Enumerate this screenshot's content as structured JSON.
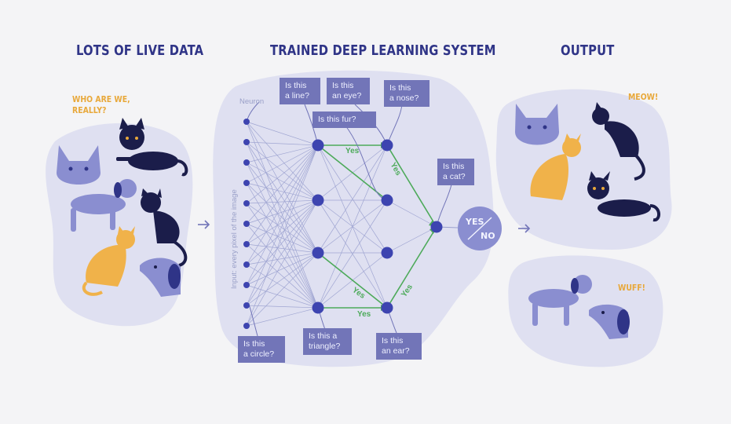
{
  "headings": {
    "live_data": "LOTS OF LIVE DATA",
    "system": "TRAINED DEEP LEARNING SYSTEM",
    "output": "OUTPUT"
  },
  "callouts": {
    "who_are_we": "WHO ARE WE,\nREALLY?",
    "meow": "MEOW!",
    "wuff": "WUFF!"
  },
  "network": {
    "neuron_label": "Neuron",
    "input_label": "Input: every pixel of the image",
    "yes_label": "Yes",
    "output_yes": "YES",
    "output_no": "NO"
  },
  "questions": {
    "line": "Is this\na line?",
    "eye": "Is this\nan eye?",
    "nose": "Is this\na nose?",
    "fur": "Is this fur?",
    "cat": "Is this\na cat?",
    "circle": "Is this\na circle?",
    "triangle": "Is this a\ntriangle?",
    "ear": "Is this\nan ear?"
  },
  "colors": {
    "navy": "#2f3487",
    "node": "#3d44b0",
    "blob": "#dfe0f1",
    "box": "#7275b8",
    "green": "#4daa5a",
    "orange": "#e8a83a",
    "black_cat": "#1b1d4a",
    "lilac": "#8a8ed0"
  }
}
